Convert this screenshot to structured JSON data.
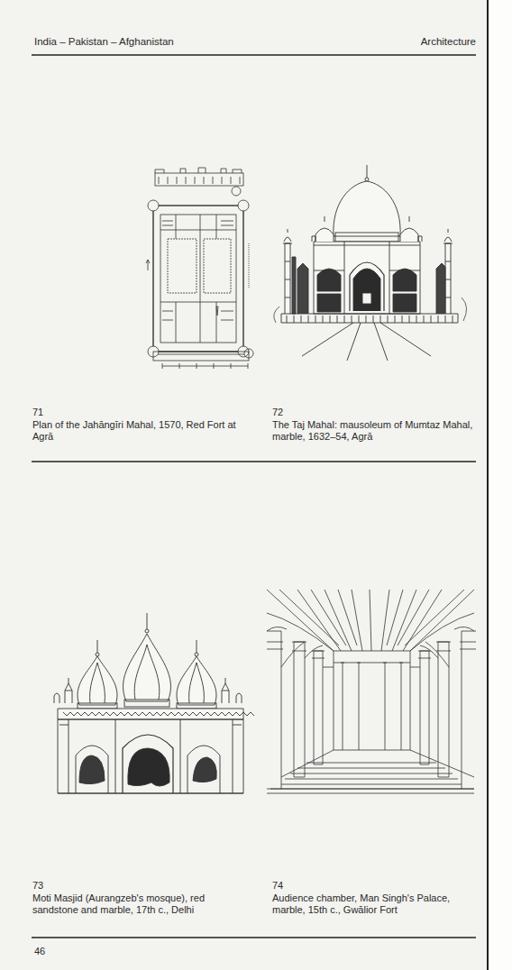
{
  "diagram": {
    "labels": [
      "India – Pakistan – Afghanistan",
      "Architecture",
      "71",
      "Plan of the Jahāngīri Mahal, 1570, Red Fort at Agrā",
      "72",
      "The Taj Mahal: mausoleum of Mumtaz Mahal, marble, 1632–54, Agrā",
      "73",
      "Moti Masjid (Aurangzeb's mosque), red sandstone and marble, 17th c., Delhi",
      "74",
      "Audience chamber, Man Singh's Palace, marble, 15th c., Gwālior Fort",
      "46"
    ]
  }
}
